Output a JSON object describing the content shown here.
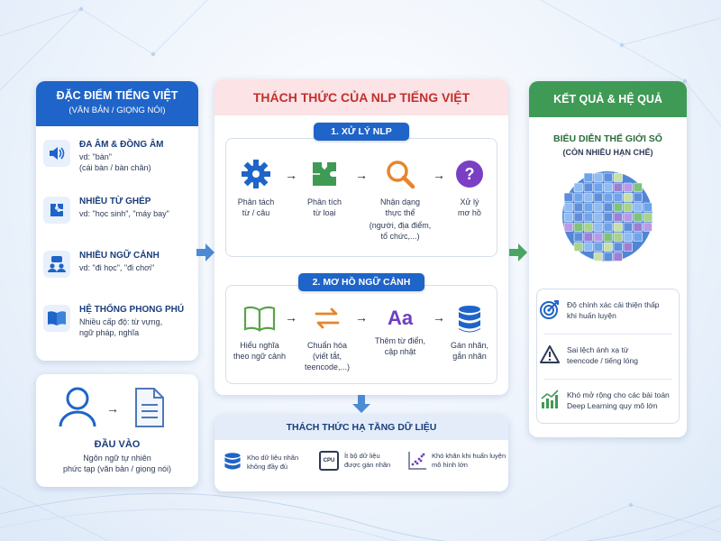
{
  "left": {
    "title": "ĐẶC ĐIỂM TIẾNG VIỆT",
    "subtitle": "(VĂN BẢN / GIỌNG NÓI)",
    "items": [
      {
        "title": "ĐA ÂM & ĐỒNG ÂM",
        "line1": "vd: \"bàn\"",
        "line2": "(cái bàn / bàn chân)",
        "icon": "speaker-icon"
      },
      {
        "title": "NHIỀU TỪ GHÉP",
        "line1": "vd: \"học sinh\", \"máy bay\"",
        "line2": "",
        "icon": "puzzle-icon"
      },
      {
        "title": "NHIỀU NGỮ CẢNH",
        "line1": "vd: \"đi học\", \"đi chơi\"",
        "line2": "",
        "icon": "people-chat-icon"
      },
      {
        "title": "HỆ THỐNG PHONG PHÚ",
        "line1": "Nhiều cấp độ: từ vựng,",
        "line2": "ngữ pháp, nghĩa",
        "icon": "book-icon"
      }
    ]
  },
  "input": {
    "title": "ĐẦU VÀO",
    "line1": "Ngôn ngữ tự nhiên",
    "line2": "phức tạp (văn bản / giọng nói)"
  },
  "middle": {
    "title": "THÁCH THỨC CỦA NLP TIẾNG VIỆT",
    "section1": {
      "badge": "1. XỬ LÝ NLP",
      "steps": [
        {
          "l1": "Phân tách",
          "l2": "từ / câu",
          "l3": "",
          "l4": "",
          "icon": "gear-icon"
        },
        {
          "l1": "Phân tích",
          "l2": "từ loại",
          "l3": "",
          "l4": "",
          "icon": "puzzle-icon"
        },
        {
          "l1": "Nhận dạng",
          "l2": "thực thể",
          "l3": "(người, địa điểm,",
          "l4": "tổ chức,...)",
          "icon": "magnifier-icon"
        },
        {
          "l1": "Xử lý",
          "l2": "mơ hồ",
          "l3": "",
          "l4": "",
          "icon": "question-icon"
        }
      ]
    },
    "section2": {
      "badge": "2. MƠ HỒ NGỮ CẢNH",
      "steps": [
        {
          "l1": "Hiểu nghĩa",
          "l2": "theo ngữ cảnh",
          "l3": "",
          "icon": "open-book-icon"
        },
        {
          "l1": "Chuẩn hóa",
          "l2": "(viết tắt,",
          "l3": "teencode,...)",
          "icon": "swap-icon"
        },
        {
          "l1": "Thêm từ điển,",
          "l2": "cập nhật",
          "l3": "",
          "icon": "font-aa-icon"
        },
        {
          "l1": "Gán nhãn,",
          "l2": "gắn nhãn",
          "l3": "",
          "icon": "database-icon"
        }
      ],
      "aa_glyph": "Aa"
    }
  },
  "infra": {
    "title": "THÁCH THỨC HẠ TẦNG DỮ LIỆU",
    "items": [
      {
        "l1": "Kho dữ liệu nhãn",
        "l2": "không đầy đủ",
        "icon": "database-icon"
      },
      {
        "l1": "Ít bộ dữ liệu",
        "l2": "được gán nhãn",
        "icon": "cpu-icon"
      },
      {
        "l1": "Khó khăn khi huấn luyện",
        "l2": "mô hình lớn",
        "icon": "scatter-icon"
      }
    ],
    "cpu_label": "CPU"
  },
  "right": {
    "title": "KẾT QUẢ & HỆ QUẢ",
    "subtitle": "BIỂU DIỄN THẾ GIỚI SỐ",
    "subnote": "(CÒN NHIỀU HẠN CHẾ)",
    "items": [
      {
        "l1": "Độ chính xác cải thiện thấp",
        "l2": "khi huấn luyện",
        "icon": "target-icon"
      },
      {
        "l1": "Sai lệch ánh xạ từ",
        "l2": "teencode / tiếng lóng",
        "icon": "warning-icon"
      },
      {
        "l1": "Khó mở rộng cho các bài toán",
        "l2": "Deep Learning quy mô lớn",
        "icon": "bar-chart-icon"
      }
    ]
  },
  "colors": {
    "blue": "#1f64c8",
    "pink_header": "#fbe3e6",
    "red_title": "#c2302c",
    "green": "#3f9a55",
    "arrow_blue": "#4d8ad6",
    "arrow_green": "#4aa564"
  }
}
